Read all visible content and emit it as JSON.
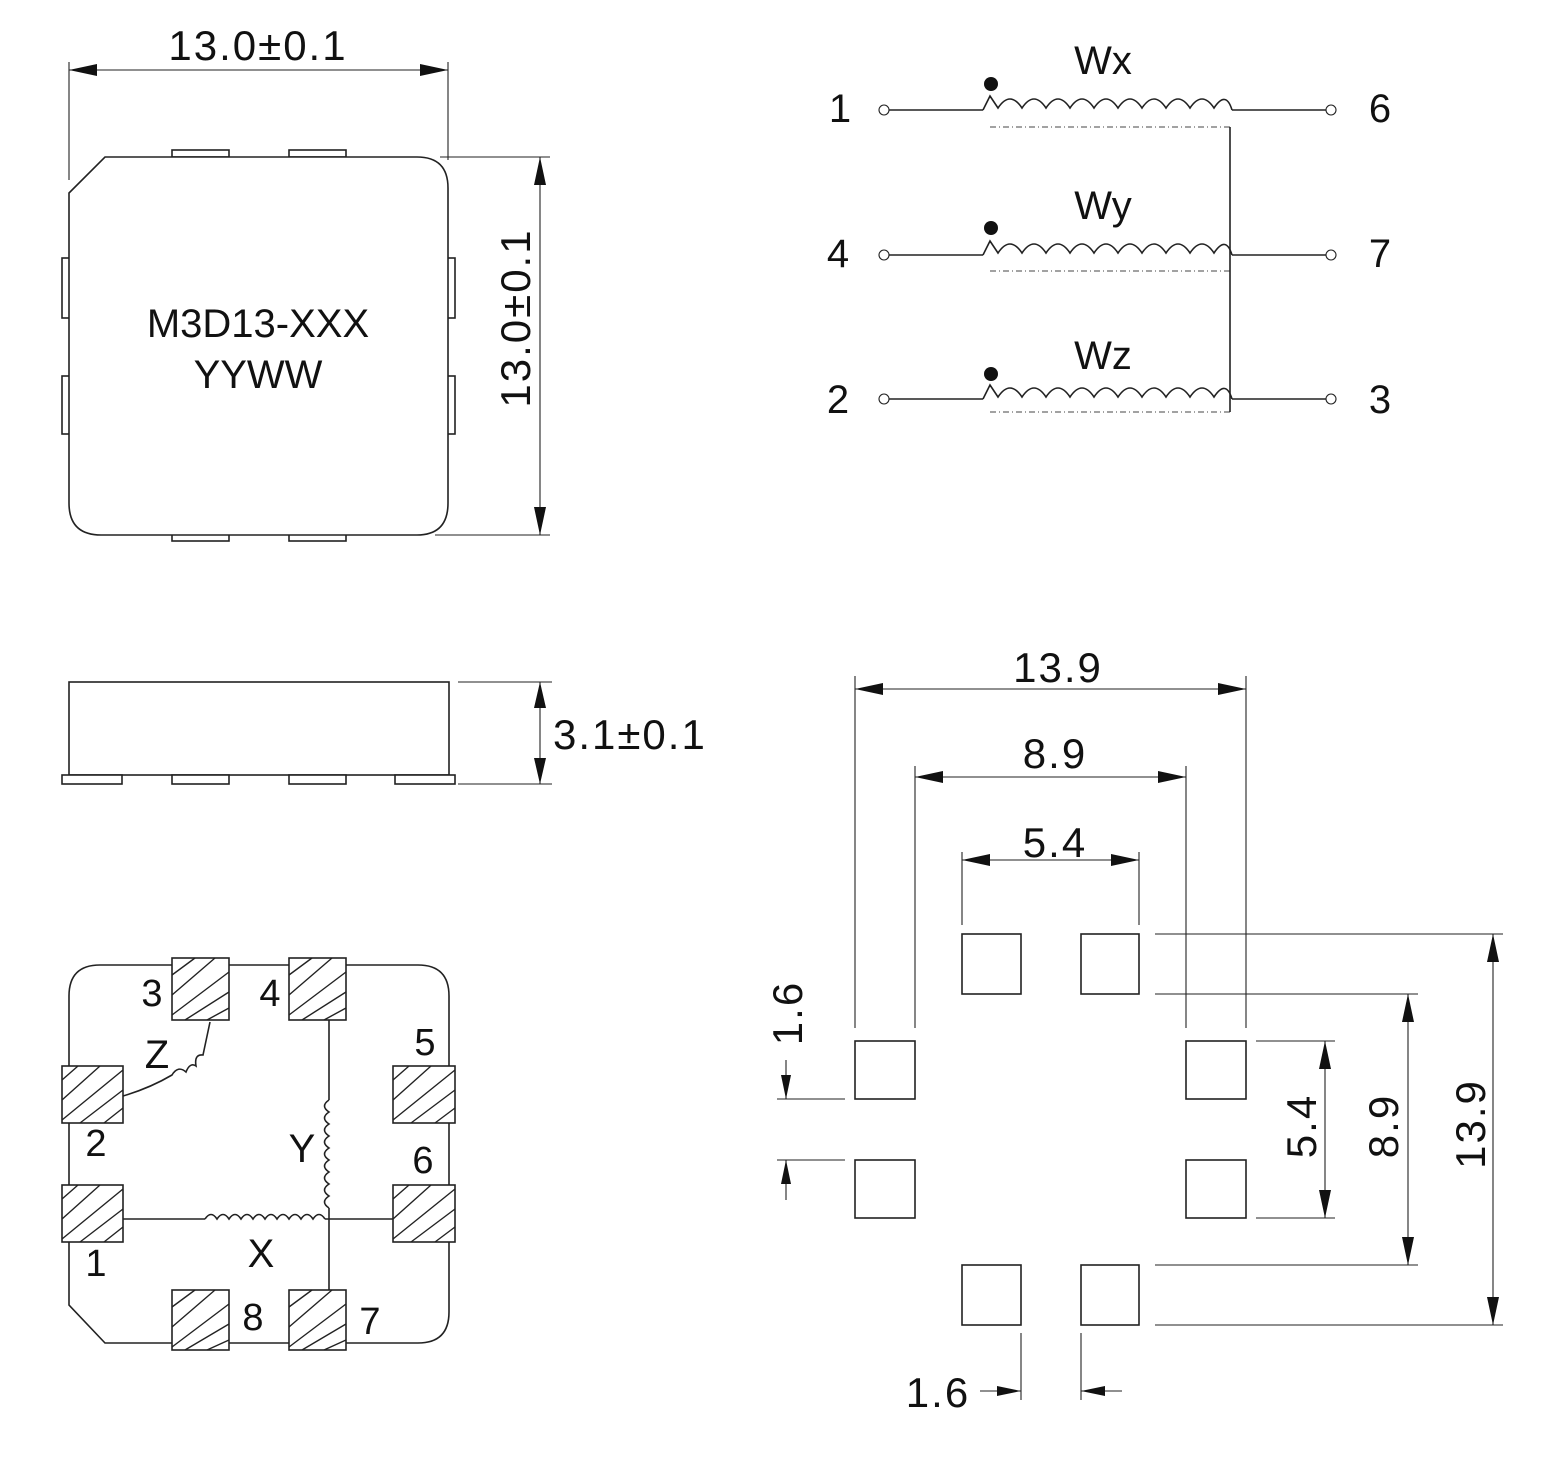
{
  "top_view": {
    "width_dim": "13.0±0.1",
    "height_dim": "13.0±0.1",
    "marking_line1": "M3D13-XXX",
    "marking_line2": "YYWW"
  },
  "side_view": {
    "height_dim": "3.1±0.1"
  },
  "schematic": {
    "windings": [
      {
        "name": "Wx",
        "left_pin": "1",
        "right_pin": "6"
      },
      {
        "name": "Wy",
        "left_pin": "4",
        "right_pin": "7"
      },
      {
        "name": "Wz",
        "left_pin": "2",
        "right_pin": "3"
      }
    ]
  },
  "bottom_view": {
    "pins": [
      "3",
      "4",
      "5",
      "2",
      "6",
      "1",
      "8",
      "7"
    ],
    "axes": [
      "Z",
      "Y",
      "X"
    ]
  },
  "footprint": {
    "outer_width": "13.9",
    "mid_width": "8.9",
    "inner_width": "5.4",
    "pad_size_left": "1.6",
    "pad_size_bottom": "1.6",
    "inner_height": "5.4",
    "mid_height": "8.9",
    "outer_height": "13.9"
  }
}
